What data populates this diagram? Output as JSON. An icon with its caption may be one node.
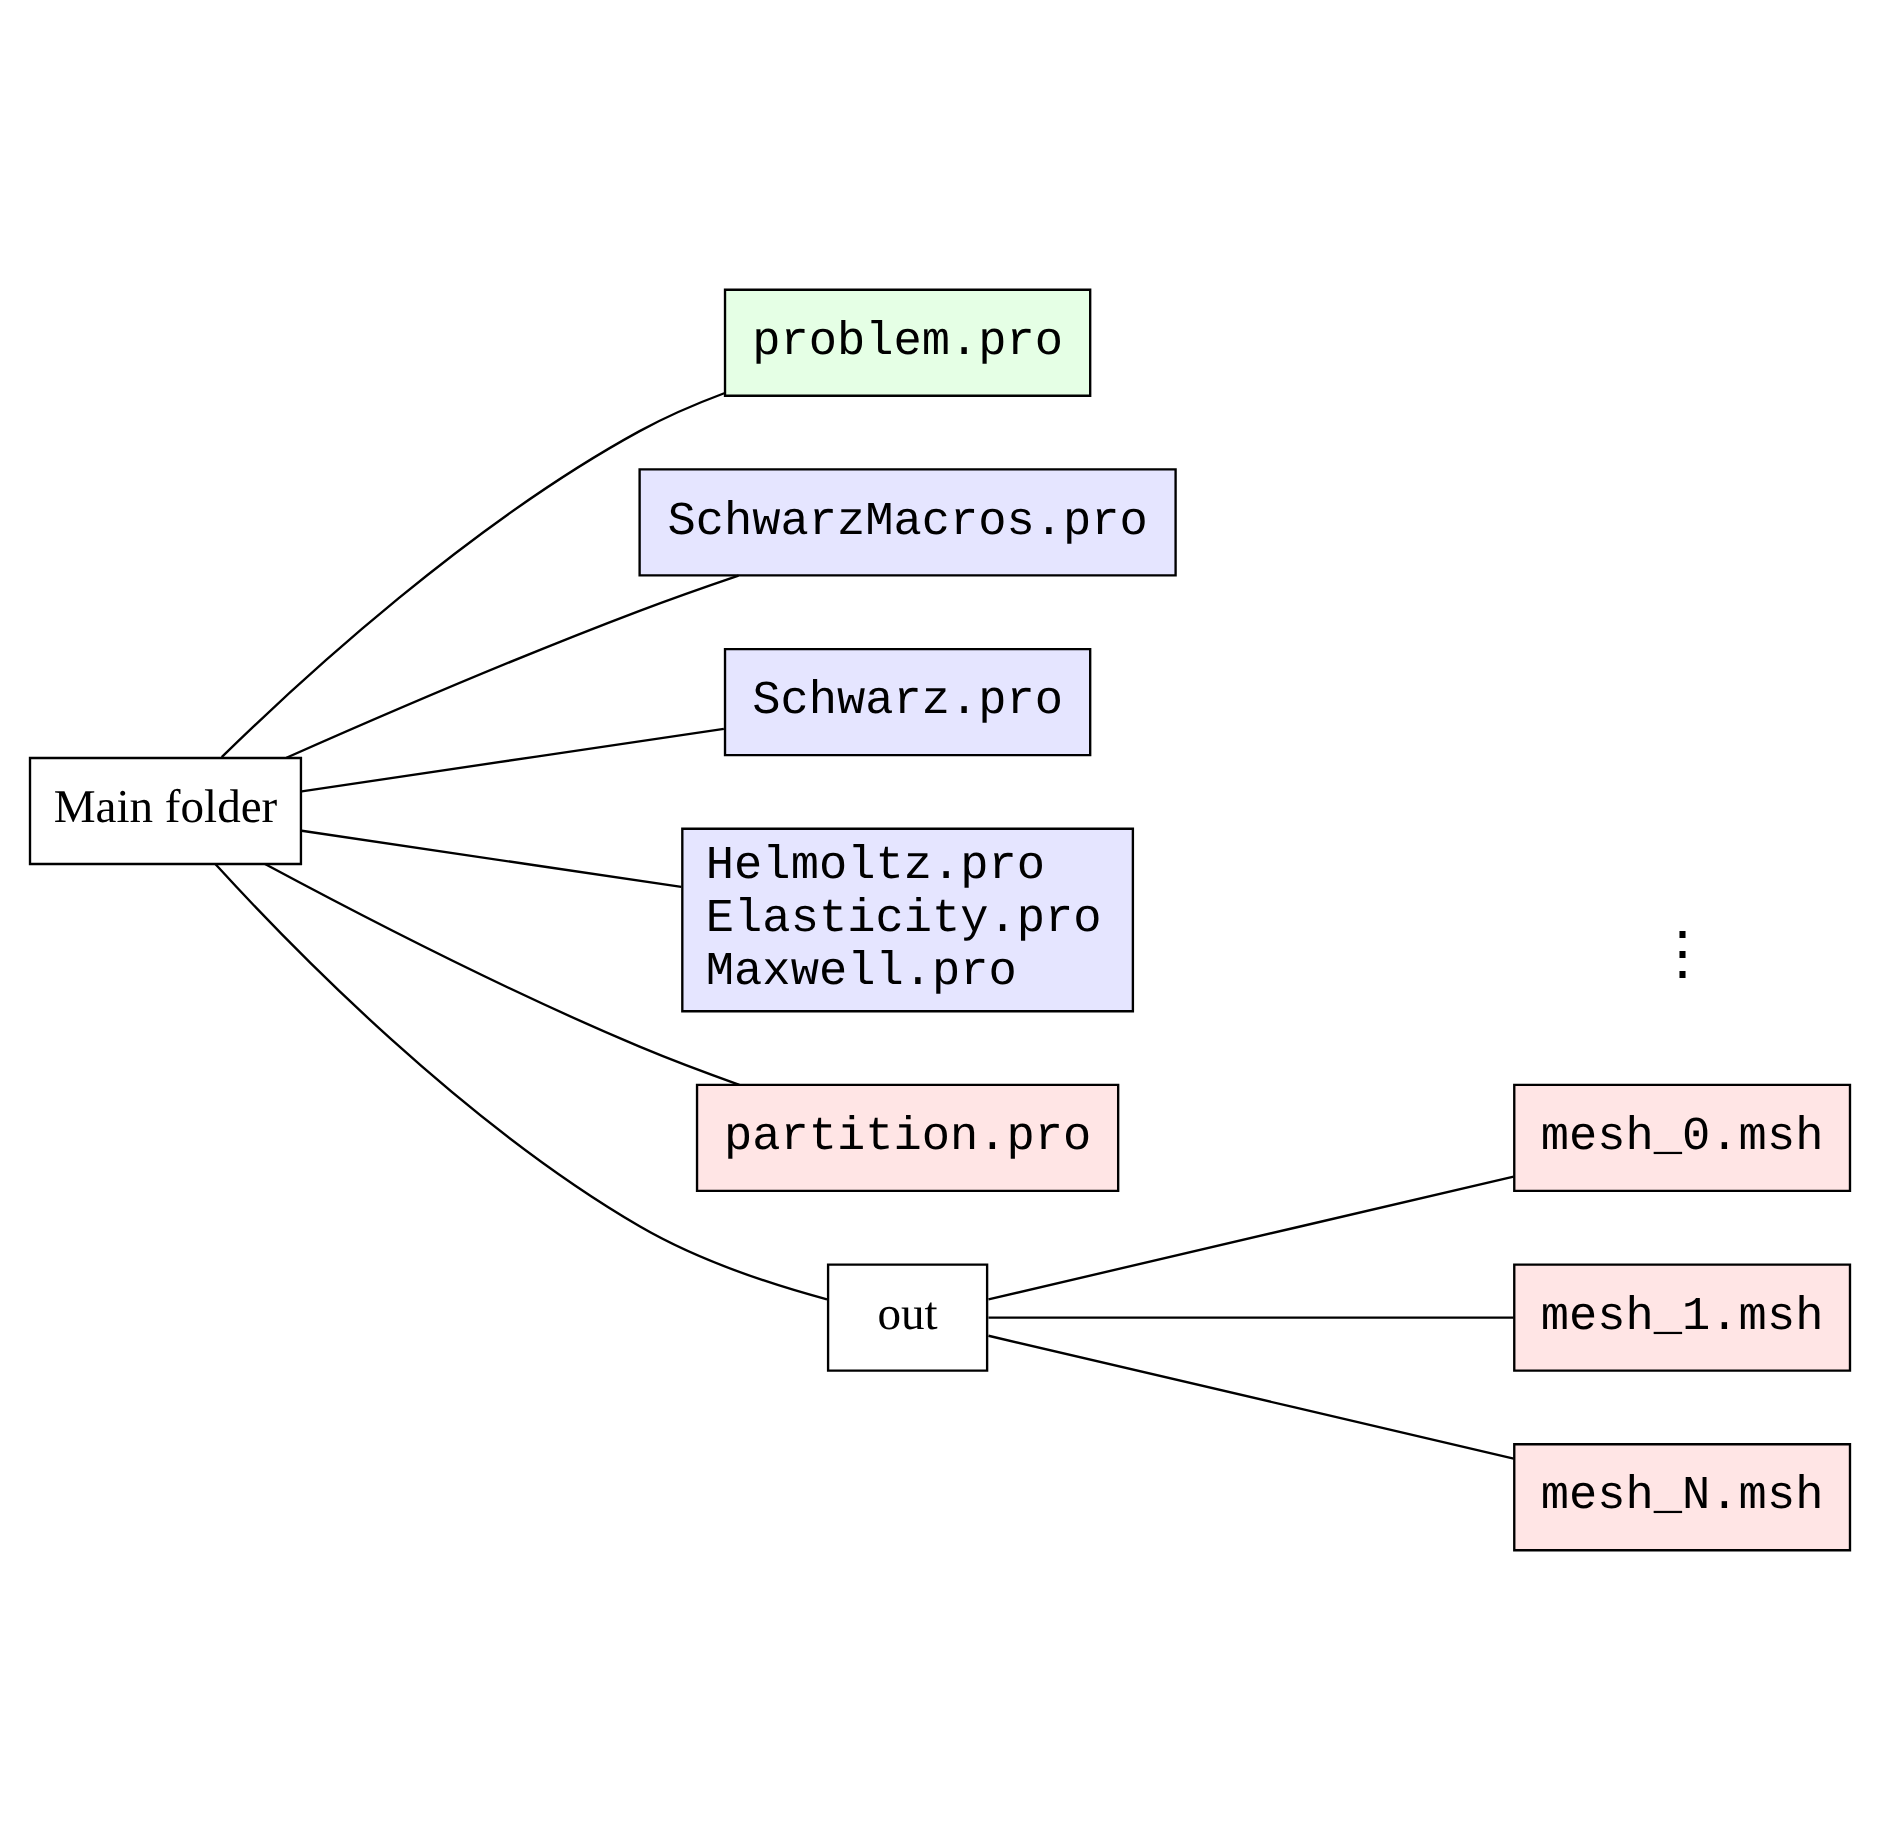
{
  "diagram": {
    "nodes": [
      {
        "text": [
          "Main folder"
        ]
      },
      {
        "text": [
          "problem.pro"
        ]
      },
      {
        "text": [
          "SchwarzMacros.pro"
        ]
      },
      {
        "text": [
          "Schwarz.pro"
        ]
      },
      {
        "text": [
          "Helmoltz.pro",
          "Elasticity.pro",
          "Maxwell.pro"
        ]
      },
      {
        "text": [
          "partition.pro"
        ]
      },
      {
        "text": [
          "out"
        ]
      },
      {
        "text": [
          "mesh_0.msh"
        ]
      },
      {
        "text": [
          "mesh_1.msh"
        ]
      },
      {
        "text": [
          "mesh_N.msh"
        ]
      }
    ],
    "edges": [
      {
        "from": 0,
        "to": 1,
        "arrow": "none"
      },
      {
        "from": 0,
        "to": 2,
        "arrow": "none"
      },
      {
        "from": 0,
        "to": 3,
        "arrow": "none"
      },
      {
        "from": 0,
        "to": 4,
        "arrow": "none"
      },
      {
        "from": 0,
        "to": 5,
        "arrow": "none"
      },
      {
        "from": 0,
        "to": 6,
        "arrow": "none"
      },
      {
        "from": 6,
        "to": 7,
        "arrow": "none"
      },
      {
        "from": 6,
        "to": 8,
        "arrow": "none"
      },
      {
        "from": 6,
        "to": 9,
        "arrow": "none"
      }
    ],
    "labels": [
      "⋮"
    ]
  }
}
